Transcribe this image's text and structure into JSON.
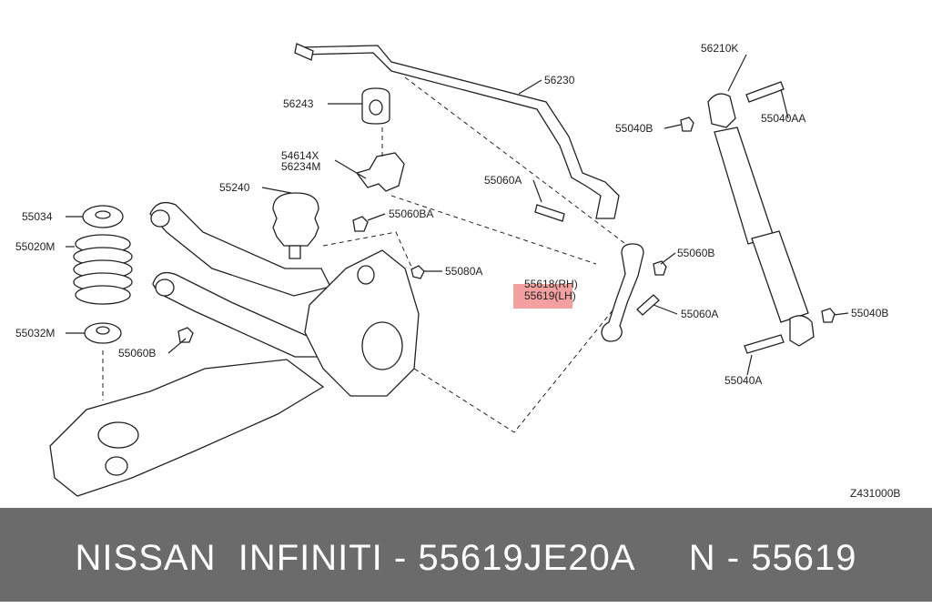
{
  "diagram": {
    "ref_code": "Z431000B",
    "highlight_color": "#f2a0a0",
    "labels": {
      "p56210K": "56210K",
      "p56230": "56230",
      "p56243": "56243",
      "p55040AA": "55040AA",
      "p55040B_top": "55040B",
      "p54614X": "54614X",
      "p56234M": "56234M",
      "p55240": "55240",
      "p55060A_top": "55060A",
      "p55034": "55034",
      "p55060BA": "55060BA",
      "p55020M": "55020M",
      "p55080A": "55080A",
      "p55060B_right": "55060B",
      "p55618": "55618(RH)",
      "p55619": "55619(LH)",
      "p55060A_right": "55060A",
      "p55040B_right": "55040B",
      "p55032M": "55032M",
      "p55060B_left": "55060B",
      "p55040A": "55040A"
    }
  },
  "caption": {
    "text": "NISSAN  INFINITI - 55619JE20A     N - 55619",
    "background": "#6b6b6b"
  }
}
